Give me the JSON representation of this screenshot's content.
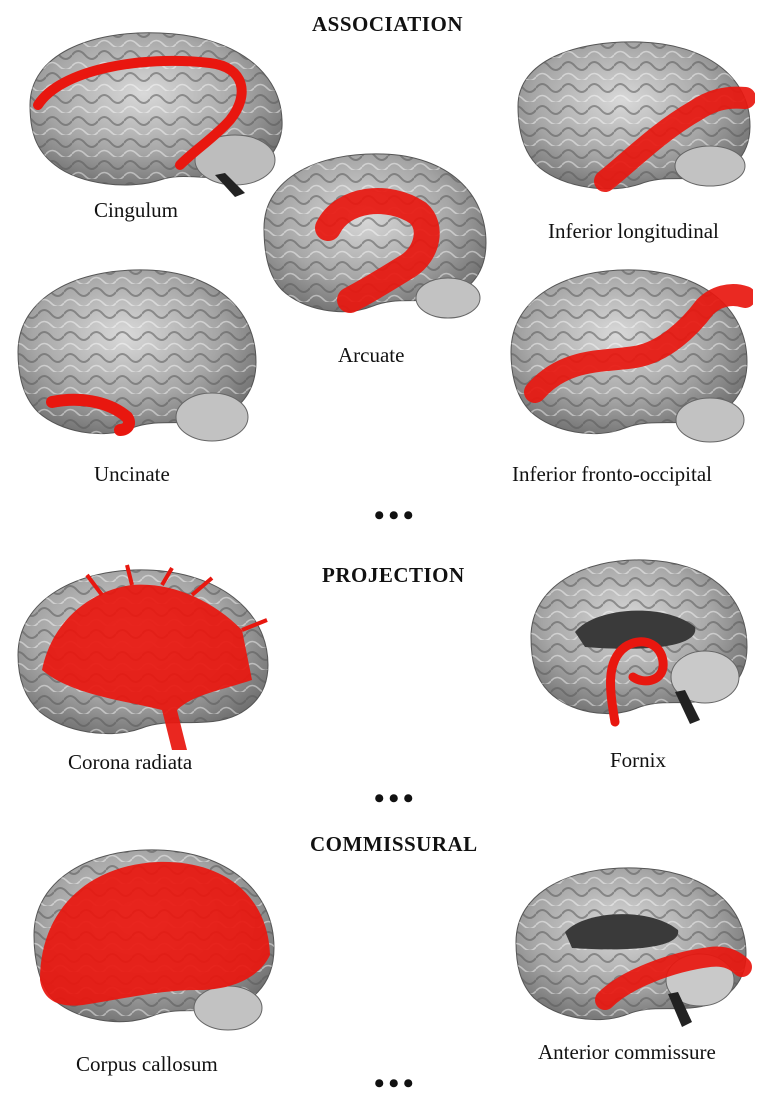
{
  "sections": {
    "association": "ASSOCIATION",
    "projection": "PROJECTION",
    "commissural": "COMMISSURAL"
  },
  "ellipsis": "•••",
  "tracts": {
    "cingulum": "Cingulum",
    "inferior_longitudinal": "Inferior longitudinal",
    "arcuate": "Arcuate",
    "uncinate": "Uncinate",
    "inferior_fronto_occipital": "Inferior fronto-occipital",
    "corona_radiata": "Corona radiata",
    "fornix": "Fornix",
    "corpus_callosum": "Corpus callosum",
    "anterior_commissure": "Anterior commissure"
  },
  "colors": {
    "tract": "#e8170f",
    "brain": "#9a9a9a",
    "brain_light": "#d4d4d4"
  }
}
